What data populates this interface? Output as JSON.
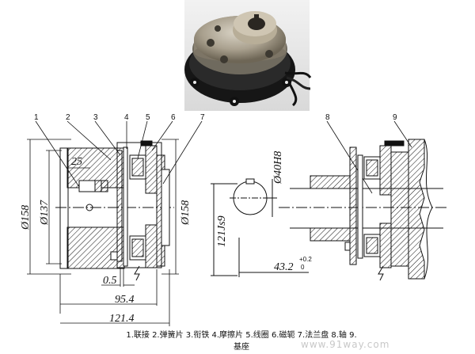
{
  "parts_legend": "1.联接 2.弹簧片 3.衔铁 4.摩擦片 5.线圈 6.磁轭 7.法兰盘 8.轴 9.基座",
  "callouts": [
    "1",
    "2",
    "3",
    "4",
    "5",
    "6",
    "7",
    "8",
    "9"
  ],
  "dimensions": {
    "d25": "25",
    "d158_left": "Ø158",
    "d137": "Ø137",
    "d158_right": "Ø158",
    "d40h8": "Ø40H8",
    "d121js9": "121Js9",
    "d0_5": "0.5",
    "d95_4": "95.4",
    "d121_4": "121.4",
    "d43_2": "43.2",
    "d43_2_tol": "+0.2",
    "d43_2_tol2": "0"
  },
  "watermark": "www.91way.com"
}
